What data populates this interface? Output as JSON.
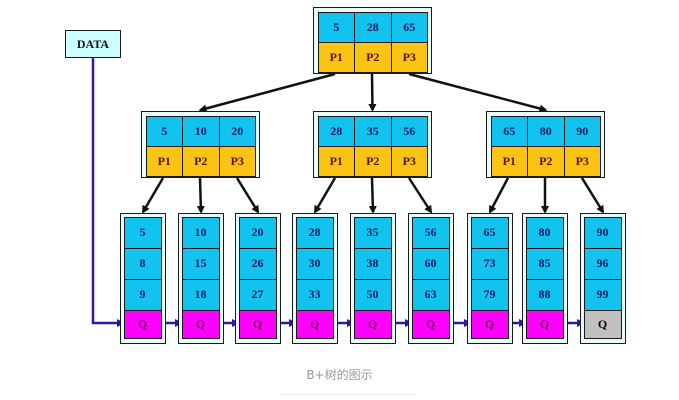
{
  "title": "B+ tree illustration",
  "caption": "B+树的图示",
  "data_label": "DATA",
  "colors": {
    "key_cell": "#12c2ef",
    "pointer_cell": "#fbc412",
    "leaf_link_cell": "#ff00ff",
    "last_leaf_link_cell": "#c0c0c0",
    "data_box": "#ccffff",
    "link_arrow": "#2a1aa8",
    "tree_arrow": "#111111"
  },
  "root": {
    "keys": [
      "5",
      "28",
      "65"
    ],
    "pointers": [
      "P1",
      "P2",
      "P3"
    ]
  },
  "internal_nodes": [
    {
      "keys": [
        "5",
        "10",
        "20"
      ],
      "pointers": [
        "P1",
        "P2",
        "P3"
      ]
    },
    {
      "keys": [
        "28",
        "35",
        "56"
      ],
      "pointers": [
        "P1",
        "P2",
        "P3"
      ]
    },
    {
      "keys": [
        "65",
        "80",
        "90"
      ],
      "pointers": [
        "P1",
        "P2",
        "P3"
      ]
    }
  ],
  "leaves": [
    {
      "keys": [
        "5",
        "8",
        "9"
      ],
      "link": "Q"
    },
    {
      "keys": [
        "10",
        "15",
        "18"
      ],
      "link": "Q"
    },
    {
      "keys": [
        "20",
        "26",
        "27"
      ],
      "link": "Q"
    },
    {
      "keys": [
        "28",
        "30",
        "33"
      ],
      "link": "Q"
    },
    {
      "keys": [
        "35",
        "38",
        "50"
      ],
      "link": "Q"
    },
    {
      "keys": [
        "56",
        "60",
        "63"
      ],
      "link": "Q"
    },
    {
      "keys": [
        "65",
        "73",
        "79"
      ],
      "link": "Q"
    },
    {
      "keys": [
        "80",
        "85",
        "88"
      ],
      "link": "Q"
    },
    {
      "keys": [
        "90",
        "96",
        "99"
      ],
      "link": "Q",
      "is_last": true
    }
  ]
}
